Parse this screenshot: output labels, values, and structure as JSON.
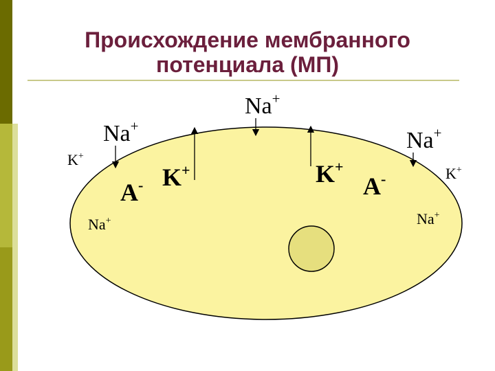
{
  "title": {
    "line1": "Происхождение мембранного",
    "line2": "потенциала (МП)"
  },
  "labels": {
    "na_top": "Na+",
    "na_left": "Na+",
    "na_right": "Na+",
    "k_outside_left": "K+",
    "k_outside_right": "K+",
    "na_inside_left": "Na+",
    "na_inside_right": "Na+",
    "a_left": "A-",
    "k_inner_left": "K+",
    "k_inner_right": "K+",
    "a_right": "A-"
  },
  "colors": {
    "title": "#6b1f3c",
    "cell_fill": "#fbf3a0",
    "nucleus_fill": "#e6df7e",
    "accent_strip": "#6b6b00"
  }
}
